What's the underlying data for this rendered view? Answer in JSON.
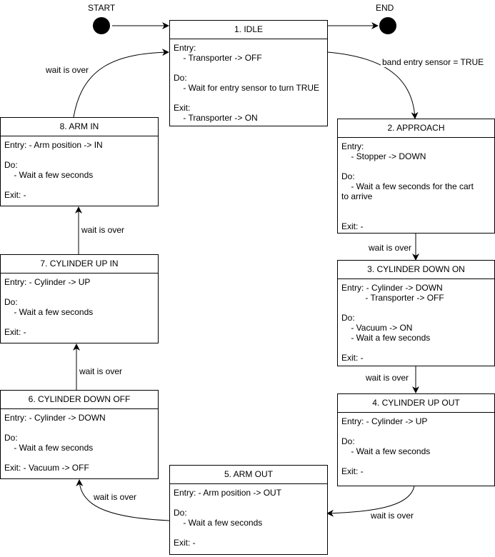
{
  "start_label": "START",
  "end_label": "END",
  "states": {
    "idle": {
      "title": "1. IDLE",
      "body": "Entry:\n    - Transporter -> OFF\n\nDo:\n    - Wait for entry sensor to turn TRUE\n\nExit:\n    - Transporter -> ON"
    },
    "approach": {
      "title": "2. APPROACH",
      "body": "Entry:\n    - Stopper -> DOWN\n\nDo:\n    - Wait a few seconds for the cart\nto arrive\n\n\nExit: -"
    },
    "cyl_down_on": {
      "title": "3. CYLINDER DOWN ON",
      "body": "Entry: - Cylinder -> DOWN\n          - Transporter -> OFF\n\nDo:\n    - Vacuum -> ON\n    - Wait a few seconds\n\nExit: -"
    },
    "cyl_up_out": {
      "title": "4. CYLINDER UP OUT",
      "body": "Entry: - Cylinder -> UP\n\nDo:\n    - Wait a few seconds\n\nExit: -"
    },
    "arm_out": {
      "title": "5. ARM OUT",
      "body": "Entry: - Arm position -> OUT\n\nDo:\n    - Wait a few seconds\n\nExit: -"
    },
    "cyl_down_off": {
      "title": "6. CYLINDER DOWN OFF",
      "body": "Entry: - Cylinder -> DOWN\n\nDo:\n    - Wait a few seconds\n\nExit: - Vacuum -> OFF"
    },
    "cyl_up_in": {
      "title": "7. CYLINDER UP IN",
      "body": "Entry: - Cylinder -> UP\n\nDo:\n    - Wait a few seconds\n\nExit: -"
    },
    "arm_in": {
      "title": "8. ARM IN",
      "body": "Entry: - Arm position -> IN\n\nDo:\n    - Wait a few seconds\n\nExit: -"
    }
  },
  "transitions": {
    "idle_to_approach": "band entry sensor = TRUE",
    "approach_to_cyl_down_on": "wait is over",
    "cyl_down_on_to_cyl_up_out": "wait is over",
    "cyl_up_out_to_arm_out": "wait is over",
    "arm_out_to_cyl_down_off": "wait is over",
    "cyl_down_off_to_cyl_up_in": "wait is over",
    "cyl_up_in_to_arm_in": "wait is over",
    "arm_in_to_idle": "wait is over"
  }
}
